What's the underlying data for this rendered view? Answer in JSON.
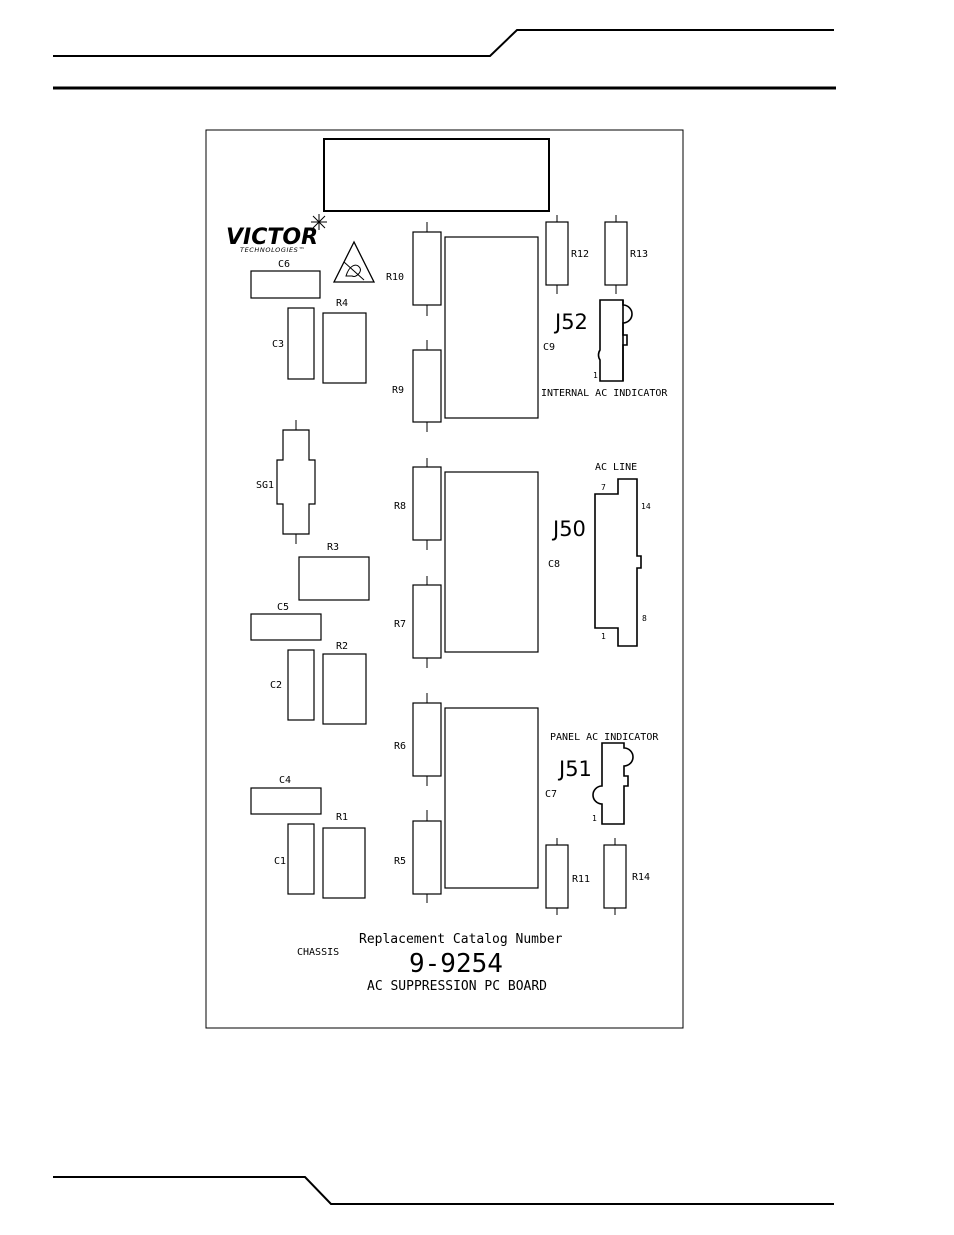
{
  "logo": {
    "brand": "VICTOR",
    "sub": "TECHNOLOGIES™"
  },
  "board": {
    "catalog_title": "Replacement Catalog Number",
    "catalog_number": "9-9254",
    "board_name": "AC SUPPRESSION PC BOARD",
    "chassis": "CHASSIS"
  },
  "connectors": {
    "j52": "J52",
    "j50": "J50",
    "j51": "J51",
    "internal_ac": "INTERNAL AC INDICATOR",
    "ac_line": "AC LINE",
    "panel_ac": "PANEL AC INDICATOR",
    "j52_pin1": "1",
    "j51_pin1": "1",
    "j50_pin7": "7",
    "j50_pin14": "14",
    "j50_pin8": "8",
    "j50_pin1": "1"
  },
  "components": {
    "c6": "C6",
    "r4": "R4",
    "c3": "C3",
    "r10": "R10",
    "r9": "R9",
    "r12": "R12",
    "r13": "R13",
    "c9": "C9",
    "sg1": "SG1",
    "r8": "R8",
    "r7": "R7",
    "c8": "C8",
    "r3": "R3",
    "c5": "C5",
    "r2": "R2",
    "c2": "C2",
    "r6": "R6",
    "r5": "R5",
    "c7": "C7",
    "c4": "C4",
    "r1": "R1",
    "c1": "C1",
    "r11": "R11",
    "r14": "R14"
  }
}
